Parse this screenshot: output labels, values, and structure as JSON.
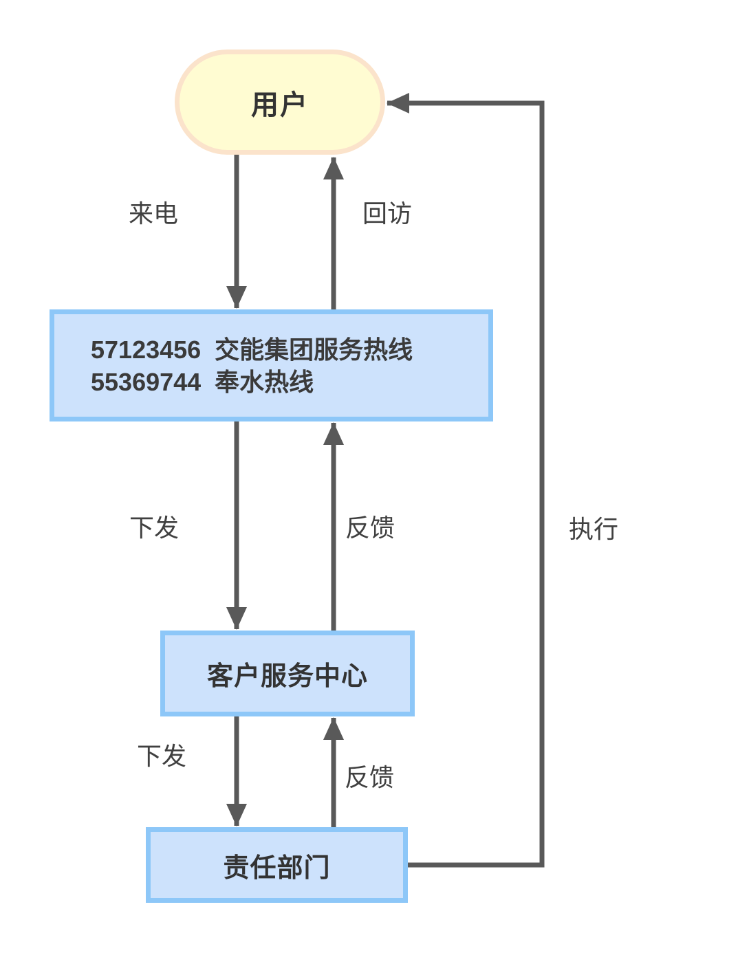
{
  "diagram": {
    "title": "customer-service-hotline-flowchart",
    "palette": {
      "background": "#ffffff",
      "arrow_gray": "#595959",
      "yellow_node_fill": "#fffcd2",
      "yellow_node_border": "#fbe3cb",
      "blue_box_fill": "#cde2fc",
      "blue_box_border": "#8dc7f8",
      "node_text": "#333333",
      "label_text": "#404040"
    },
    "nodes": {
      "user": {
        "label": "用户",
        "shape": "stadium"
      },
      "hotline": {
        "shape": "rect",
        "lines": {
          "0": "57123456  交能集团服务热线",
          "1": "55369744  奉水热线"
        }
      },
      "service_center": {
        "label": "客户服务中心",
        "shape": "rect"
      },
      "responsible_dept": {
        "label": "责任部门",
        "shape": "rect"
      }
    },
    "edges": {
      "0": {
        "label": "来电",
        "from": "user",
        "to": "hotline"
      },
      "1": {
        "label": "回访",
        "from": "hotline",
        "to": "user"
      },
      "2": {
        "label": "下发",
        "from": "hotline",
        "to": "service_center"
      },
      "3": {
        "label": "反馈",
        "from": "service_center",
        "to": "hotline"
      },
      "4": {
        "label": "下发",
        "from": "service_center",
        "to": "responsible_dept"
      },
      "5": {
        "label": "反馈",
        "from": "responsible_dept",
        "to": "service_center"
      },
      "6": {
        "label": "执行",
        "from": "responsible_dept",
        "to": "user"
      }
    }
  }
}
